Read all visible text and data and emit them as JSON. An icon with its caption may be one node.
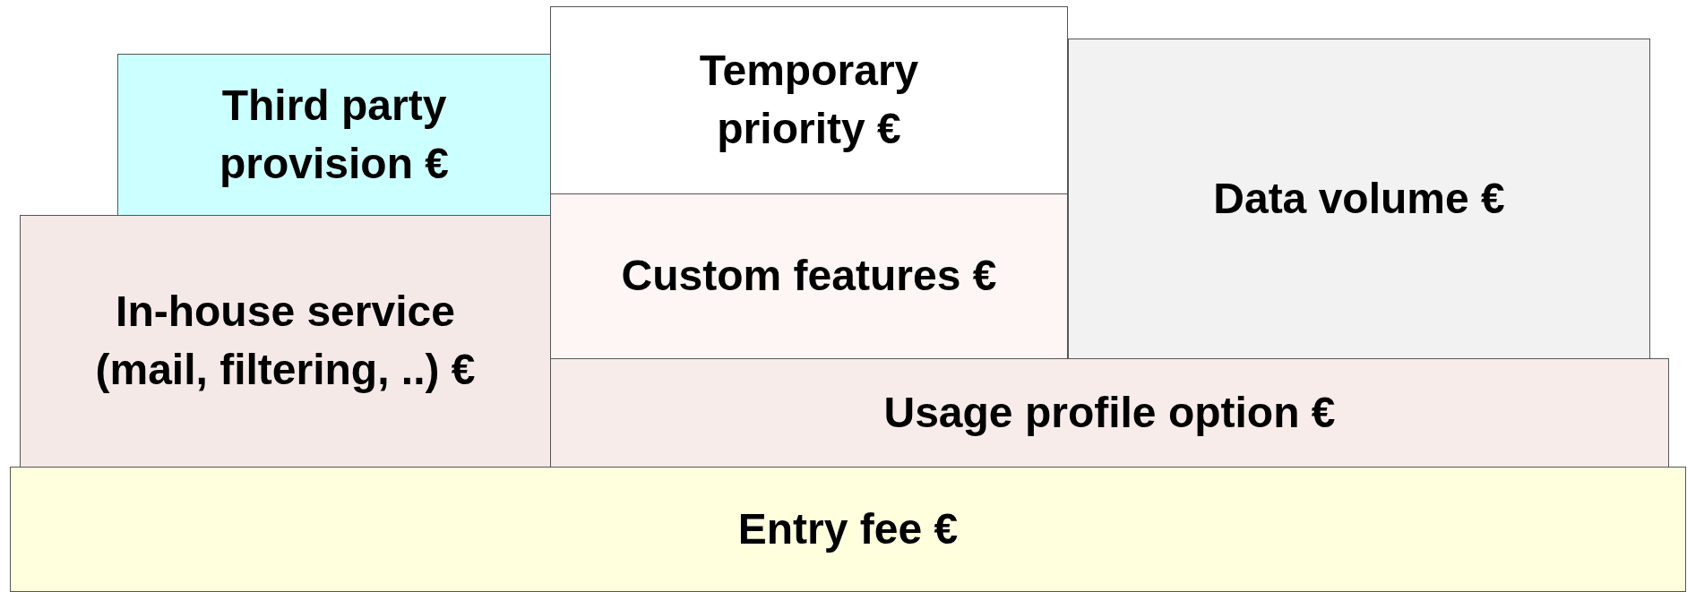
{
  "diagram": {
    "nodes": [
      {
        "text": [
          "Temporary priority €"
        ]
      },
      {
        "text": [
          "Third party provision €"
        ]
      },
      {
        "text": [
          "Data volume €"
        ]
      },
      {
        "text": [
          "Custom features €"
        ]
      },
      {
        "text": [
          "In-house service (mail, filtering, ..) €"
        ]
      },
      {
        "text": [
          "Usage profile option €"
        ]
      },
      {
        "text": [
          "Entry fee €"
        ]
      }
    ]
  }
}
